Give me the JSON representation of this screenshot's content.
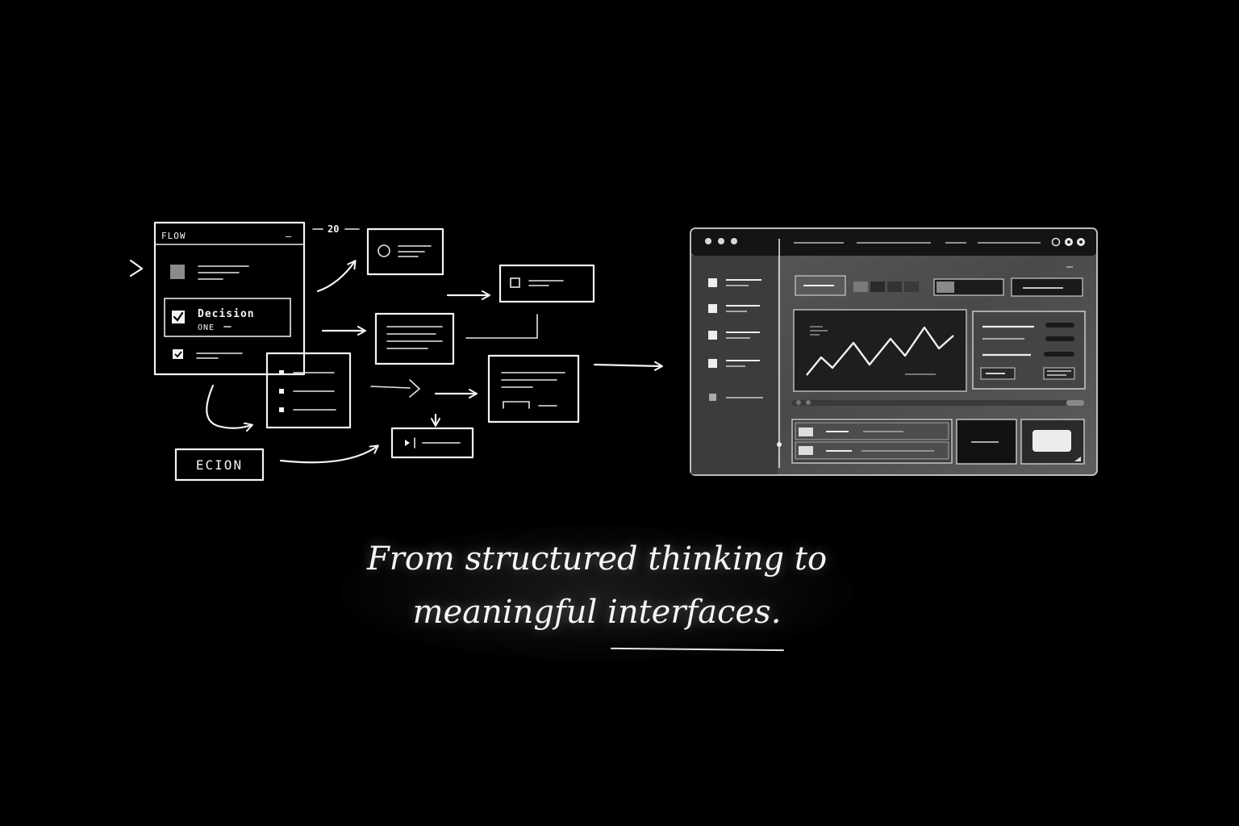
{
  "flow_panel": {
    "title": "FLOW",
    "minimize_symbol": "—"
  },
  "decision": {
    "title": "Decision",
    "subtitle": "ONE"
  },
  "counter": {
    "value": "20"
  },
  "ecion": {
    "label": "ECION"
  },
  "tagline": {
    "line1": "From structured thinking to",
    "line2_prefix": "meaningful ",
    "line2_underlined": "interfaces."
  },
  "dashboard": {
    "window_dots": 3,
    "header_icons": [
      "settings-icon",
      "circle-icon",
      "circle-icon"
    ],
    "sidebar_items": 5
  },
  "colors": {
    "background": "#000000",
    "ink": "#f4f4f4",
    "panel": "#4a4a4a",
    "panel_dark": "#1a1a1a"
  }
}
